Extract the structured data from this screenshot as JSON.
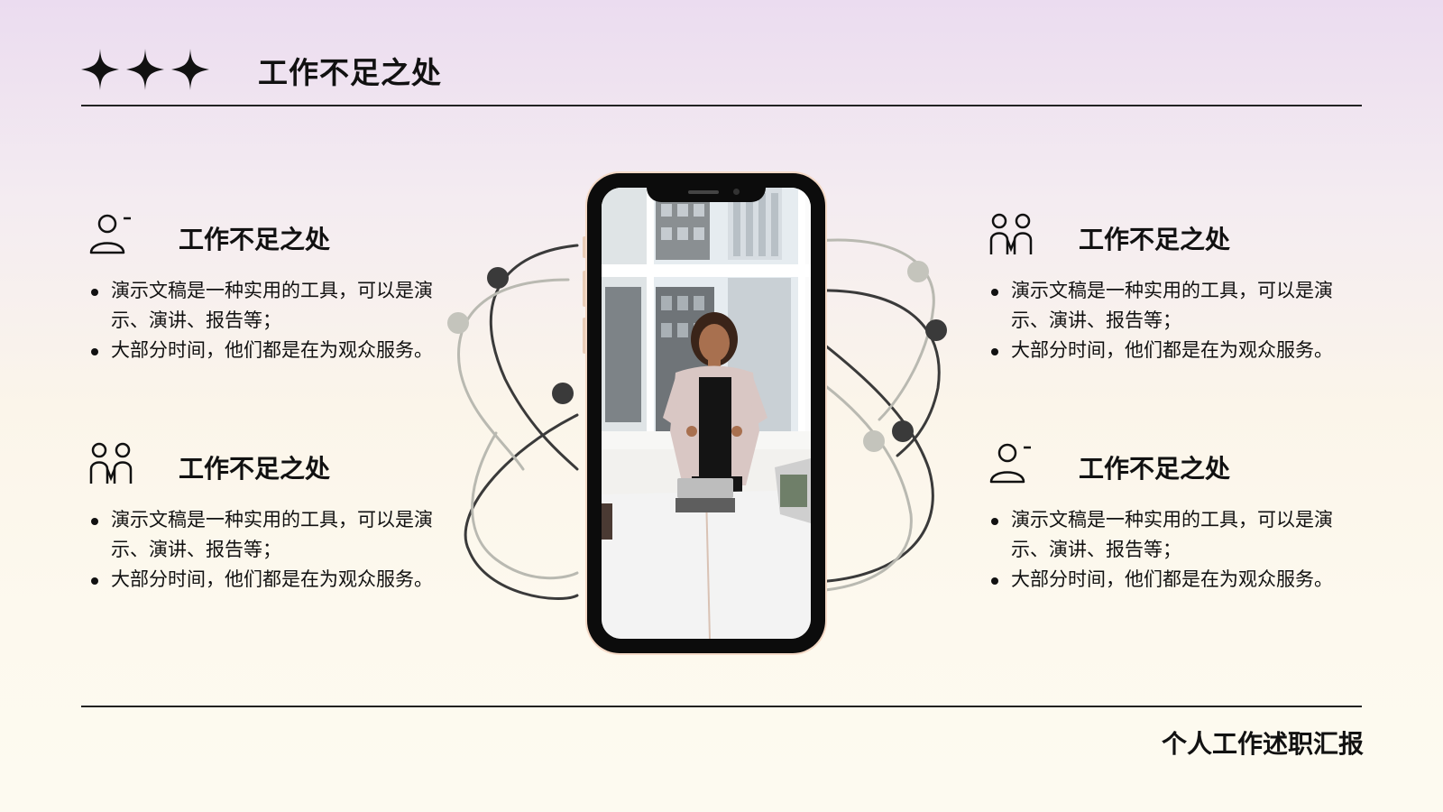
{
  "header": {
    "title": "工作不足之处"
  },
  "footer": {
    "title": "个人工作述职汇报"
  },
  "blocks": [
    {
      "icon": "person-icon",
      "title": "工作不足之处",
      "bullets": [
        "演示文稿是一种实用的工具，可以是演示、演讲、报告等；",
        "大部分时间，他们都是在为观众服务。"
      ]
    },
    {
      "icon": "two-people-icon",
      "title": "工作不足之处",
      "bullets": [
        "演示文稿是一种实用的工具，可以是演示、演讲、报告等；",
        "大部分时间，他们都是在为观众服务。"
      ]
    },
    {
      "icon": "two-people-icon",
      "title": "工作不足之处",
      "bullets": [
        "演示文稿是一种实用的工具，可以是演示、演讲、报告等；",
        "大部分时间，他们都是在为观众服务。"
      ]
    },
    {
      "icon": "person-icon",
      "title": "工作不足之处",
      "bullets": [
        "演示文稿是一种实用的工具，可以是演示、演讲、报告等；",
        "大部分时间，他们都是在为观众服务。"
      ]
    }
  ],
  "colors": {
    "ink": "#111111",
    "orbit_dark": "#3a3a3a",
    "orbit_light": "#b9b9b1"
  }
}
